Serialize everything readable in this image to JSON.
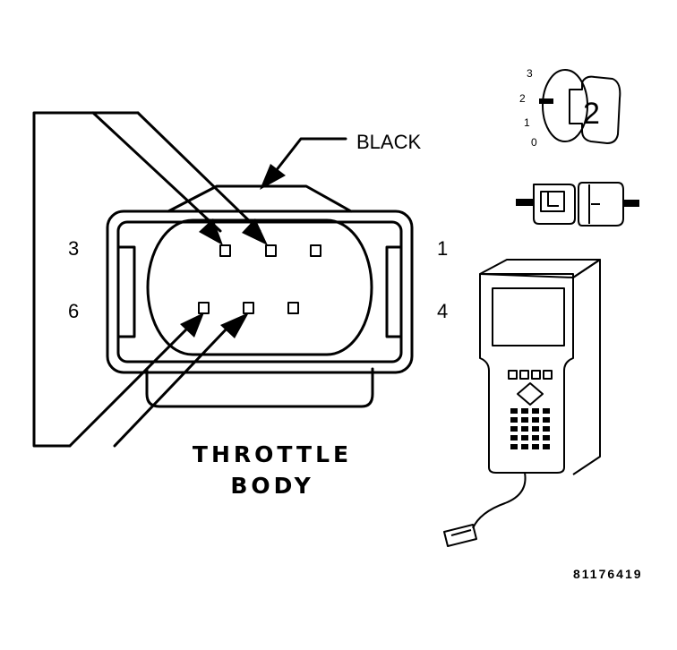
{
  "labels": {
    "color": "BLACK",
    "cavity_3": "3",
    "cavity_1": "1",
    "cavity_6": "6",
    "cavity_4": "4",
    "title_line1": "THROTTLE",
    "title_line2": "BODY",
    "figure_id": "81176419"
  },
  "tester": {
    "dial_marks": [
      "3",
      "2",
      "1",
      "0"
    ],
    "dial_value": "2"
  }
}
